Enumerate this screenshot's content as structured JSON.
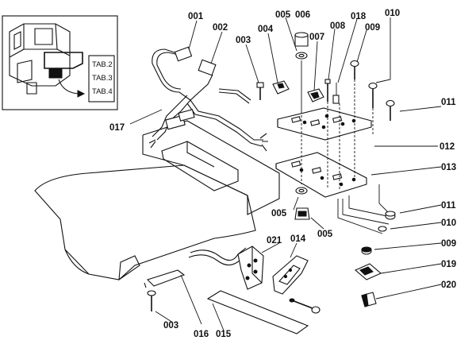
{
  "inset": {
    "tabs": [
      "TAB.2",
      "TAB.3",
      "TAB.4"
    ]
  },
  "callouts": {
    "c001": "001",
    "c002": "002",
    "c003_top": "003",
    "c004": "004",
    "c005_top": "005",
    "c006": "006",
    "c007": "007",
    "c008": "008",
    "c018": "018",
    "c009_top": "009",
    "c010_top": "010",
    "c011_top": "011",
    "c017": "017",
    "c012": "012",
    "c013": "013",
    "c011_right": "011",
    "c010_right": "010",
    "c005_left": "005",
    "c005_right": "005",
    "c009_right": "009",
    "c021": "021",
    "c014": "014",
    "c019": "019",
    "c020": "020",
    "c003_bottom": "003",
    "c016": "016",
    "c015": "015"
  }
}
